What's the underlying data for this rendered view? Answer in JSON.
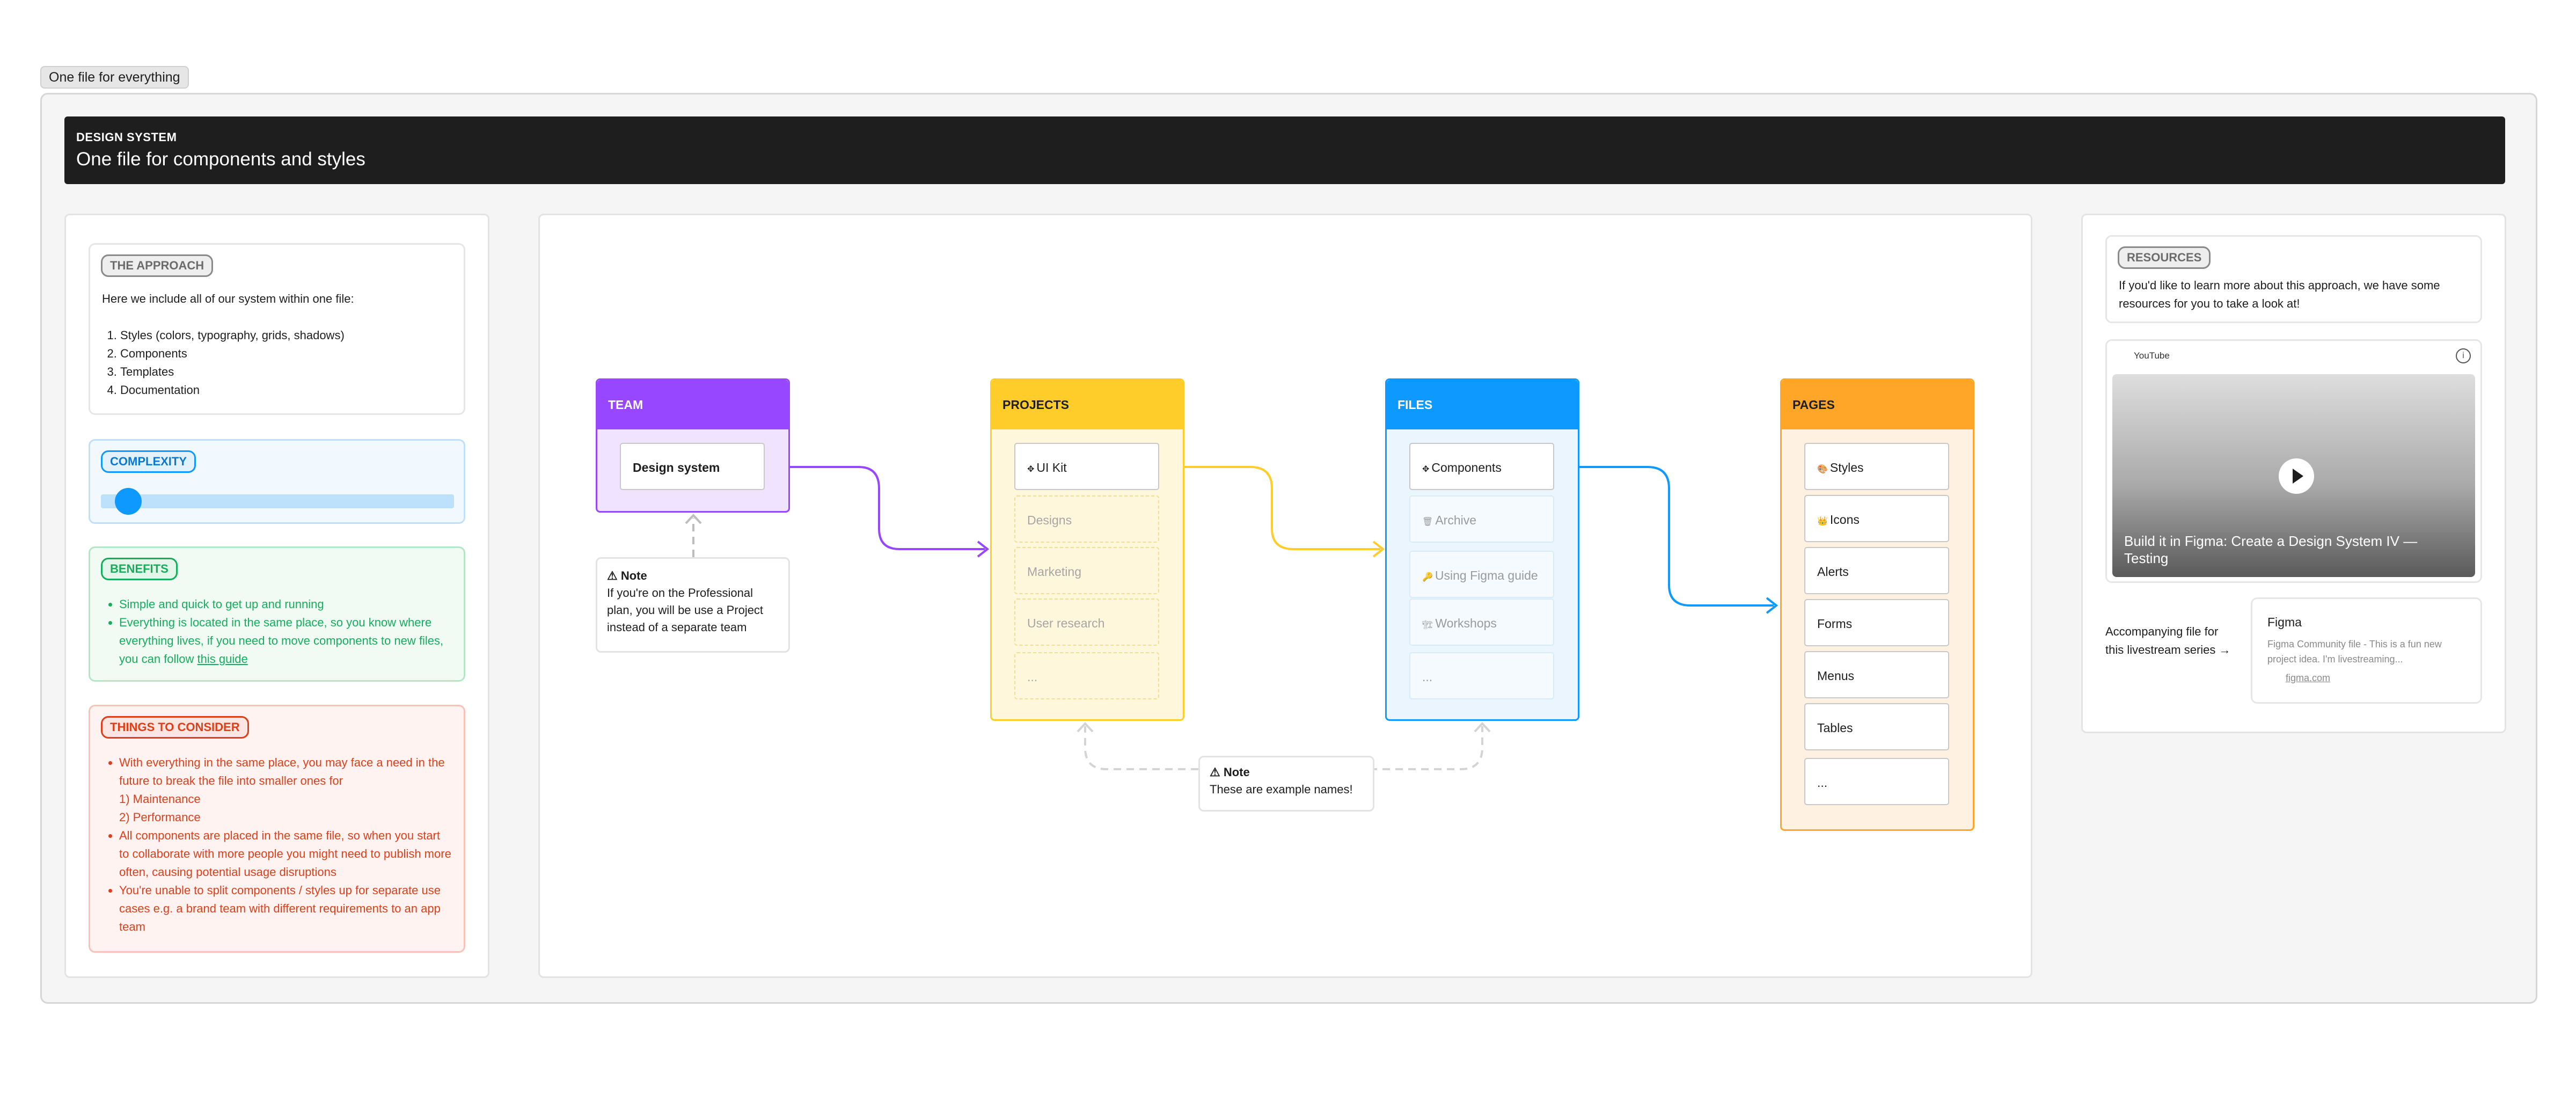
{
  "frame_label": "One file for everything",
  "header": {
    "eyebrow": "DESIGN SYSTEM",
    "title": "One file for components and styles"
  },
  "approach": {
    "pill": "THE APPROACH",
    "intro": "Here we include all of our system within one file:",
    "items": [
      "Styles (colors, typography, grids, shadows)",
      "Components",
      "Templates",
      "Documentation"
    ]
  },
  "complexity": {
    "pill": "COMPLEXITY",
    "level": 0.04
  },
  "benefits": {
    "pill": "BENEFITS",
    "item1": "Simple and quick to get up and running",
    "item2_text": "Everything is located in the same place, so you know where everything lives, if you need to move components to new files, you can follow ",
    "item2_link": "this guide"
  },
  "consider": {
    "pill": "THINGS TO CONSIDER",
    "items": [
      {
        "main": "With everything in the same place, you may face a need in the future to break the file into smaller ones for",
        "sub": [
          "1) Maintenance",
          "2) Performance"
        ]
      },
      {
        "main": "All components are placed in the same file, so when you start to collaborate with more people you might need to publish more often, causing potential usage disruptions",
        "sub": []
      },
      {
        "main": "You're unable to split components / styles up for separate use cases e.g. a brand team with different requirements to an app team",
        "sub": []
      }
    ]
  },
  "diagram": {
    "team": {
      "title": "TEAM",
      "item": "Design system"
    },
    "projects": {
      "title": "PROJECTS",
      "items": [
        "UI Kit",
        "Designs",
        "Marketing",
        "User research",
        "..."
      ]
    },
    "files": {
      "title": "FILES",
      "items": [
        "Components",
        "Archive",
        "Using Figma guide",
        "Workshops",
        "..."
      ]
    },
    "pages": {
      "title": "PAGES",
      "items": [
        "Styles",
        "Icons",
        "Alerts",
        "Forms",
        "Menus",
        "Tables",
        "..."
      ]
    },
    "note_team": {
      "title": "Note",
      "text": "If you're on the Professional plan, you will be use a Project instead of a separate team"
    },
    "note_names": {
      "title": "Note",
      "text": "These are example names!"
    },
    "colors": {
      "team": "#9747ff",
      "projects": "#ffcd29",
      "files": "#0d99ff",
      "pages": "#ffa629"
    }
  },
  "resources": {
    "pill": "RESOURCES",
    "text": "If you'd like to learn more about this approach, we have some resources for you to take a look at!",
    "video": {
      "source": "YouTube",
      "title": "Build it in Figma: Create a Design System IV — Testing"
    },
    "accompany": "Accompanying file for this livestream series →",
    "file_card": {
      "title": "Figma",
      "desc": "Figma Community file - This is a fun new project idea. I'm livestreaming...",
      "link": "figma.com"
    }
  }
}
